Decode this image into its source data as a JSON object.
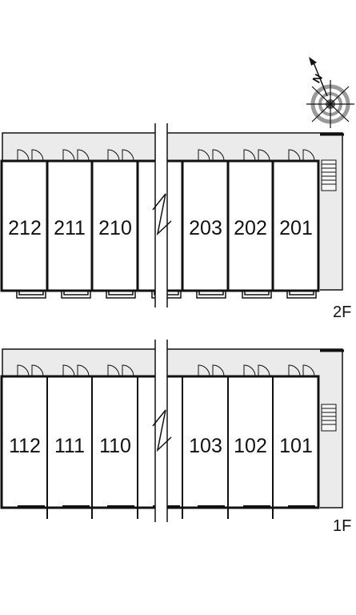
{
  "compass": {
    "letter": "N",
    "icon": "compass-rose-icon"
  },
  "colors": {
    "corridor": "#ebebeb",
    "line": "#111111",
    "compass_ring": "#9a9a9a",
    "stair_fill": "#f2f2f2"
  },
  "floors": [
    {
      "id": "2F",
      "label": "2F",
      "rooms_left": [
        "212",
        "211",
        "210"
      ],
      "rooms_right": [
        "203",
        "202",
        "201"
      ]
    },
    {
      "id": "1F",
      "label": "1F",
      "rooms_left": [
        "112",
        "111",
        "110"
      ],
      "rooms_right": [
        "103",
        "102",
        "101"
      ]
    }
  ]
}
